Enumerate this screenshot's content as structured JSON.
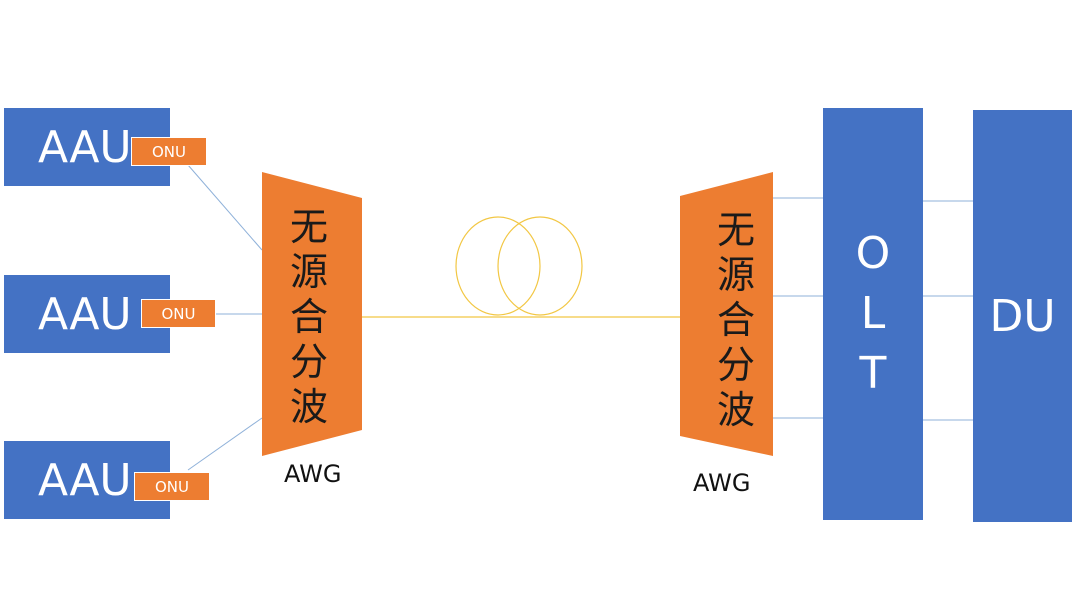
{
  "left": {
    "aau": [
      {
        "label": "AAU",
        "onu": "ONU"
      },
      {
        "label": "AAU",
        "onu": "ONU"
      },
      {
        "label": "AAU",
        "onu": "ONU"
      }
    ],
    "awg": {
      "chars": [
        "无",
        "源",
        "合",
        "分",
        "波"
      ],
      "label": "AWG"
    }
  },
  "right": {
    "awg": {
      "chars": [
        "无",
        "源",
        "合",
        "分",
        "波"
      ],
      "label": "AWG"
    },
    "olt": [
      "O",
      "L",
      "T"
    ],
    "du": "DU"
  },
  "colors": {
    "box_blue": "#4472c4",
    "awg_orange": "#ed7d31",
    "fiber_yellow": "#f2c744",
    "link_blue": "#8fb1d9"
  }
}
